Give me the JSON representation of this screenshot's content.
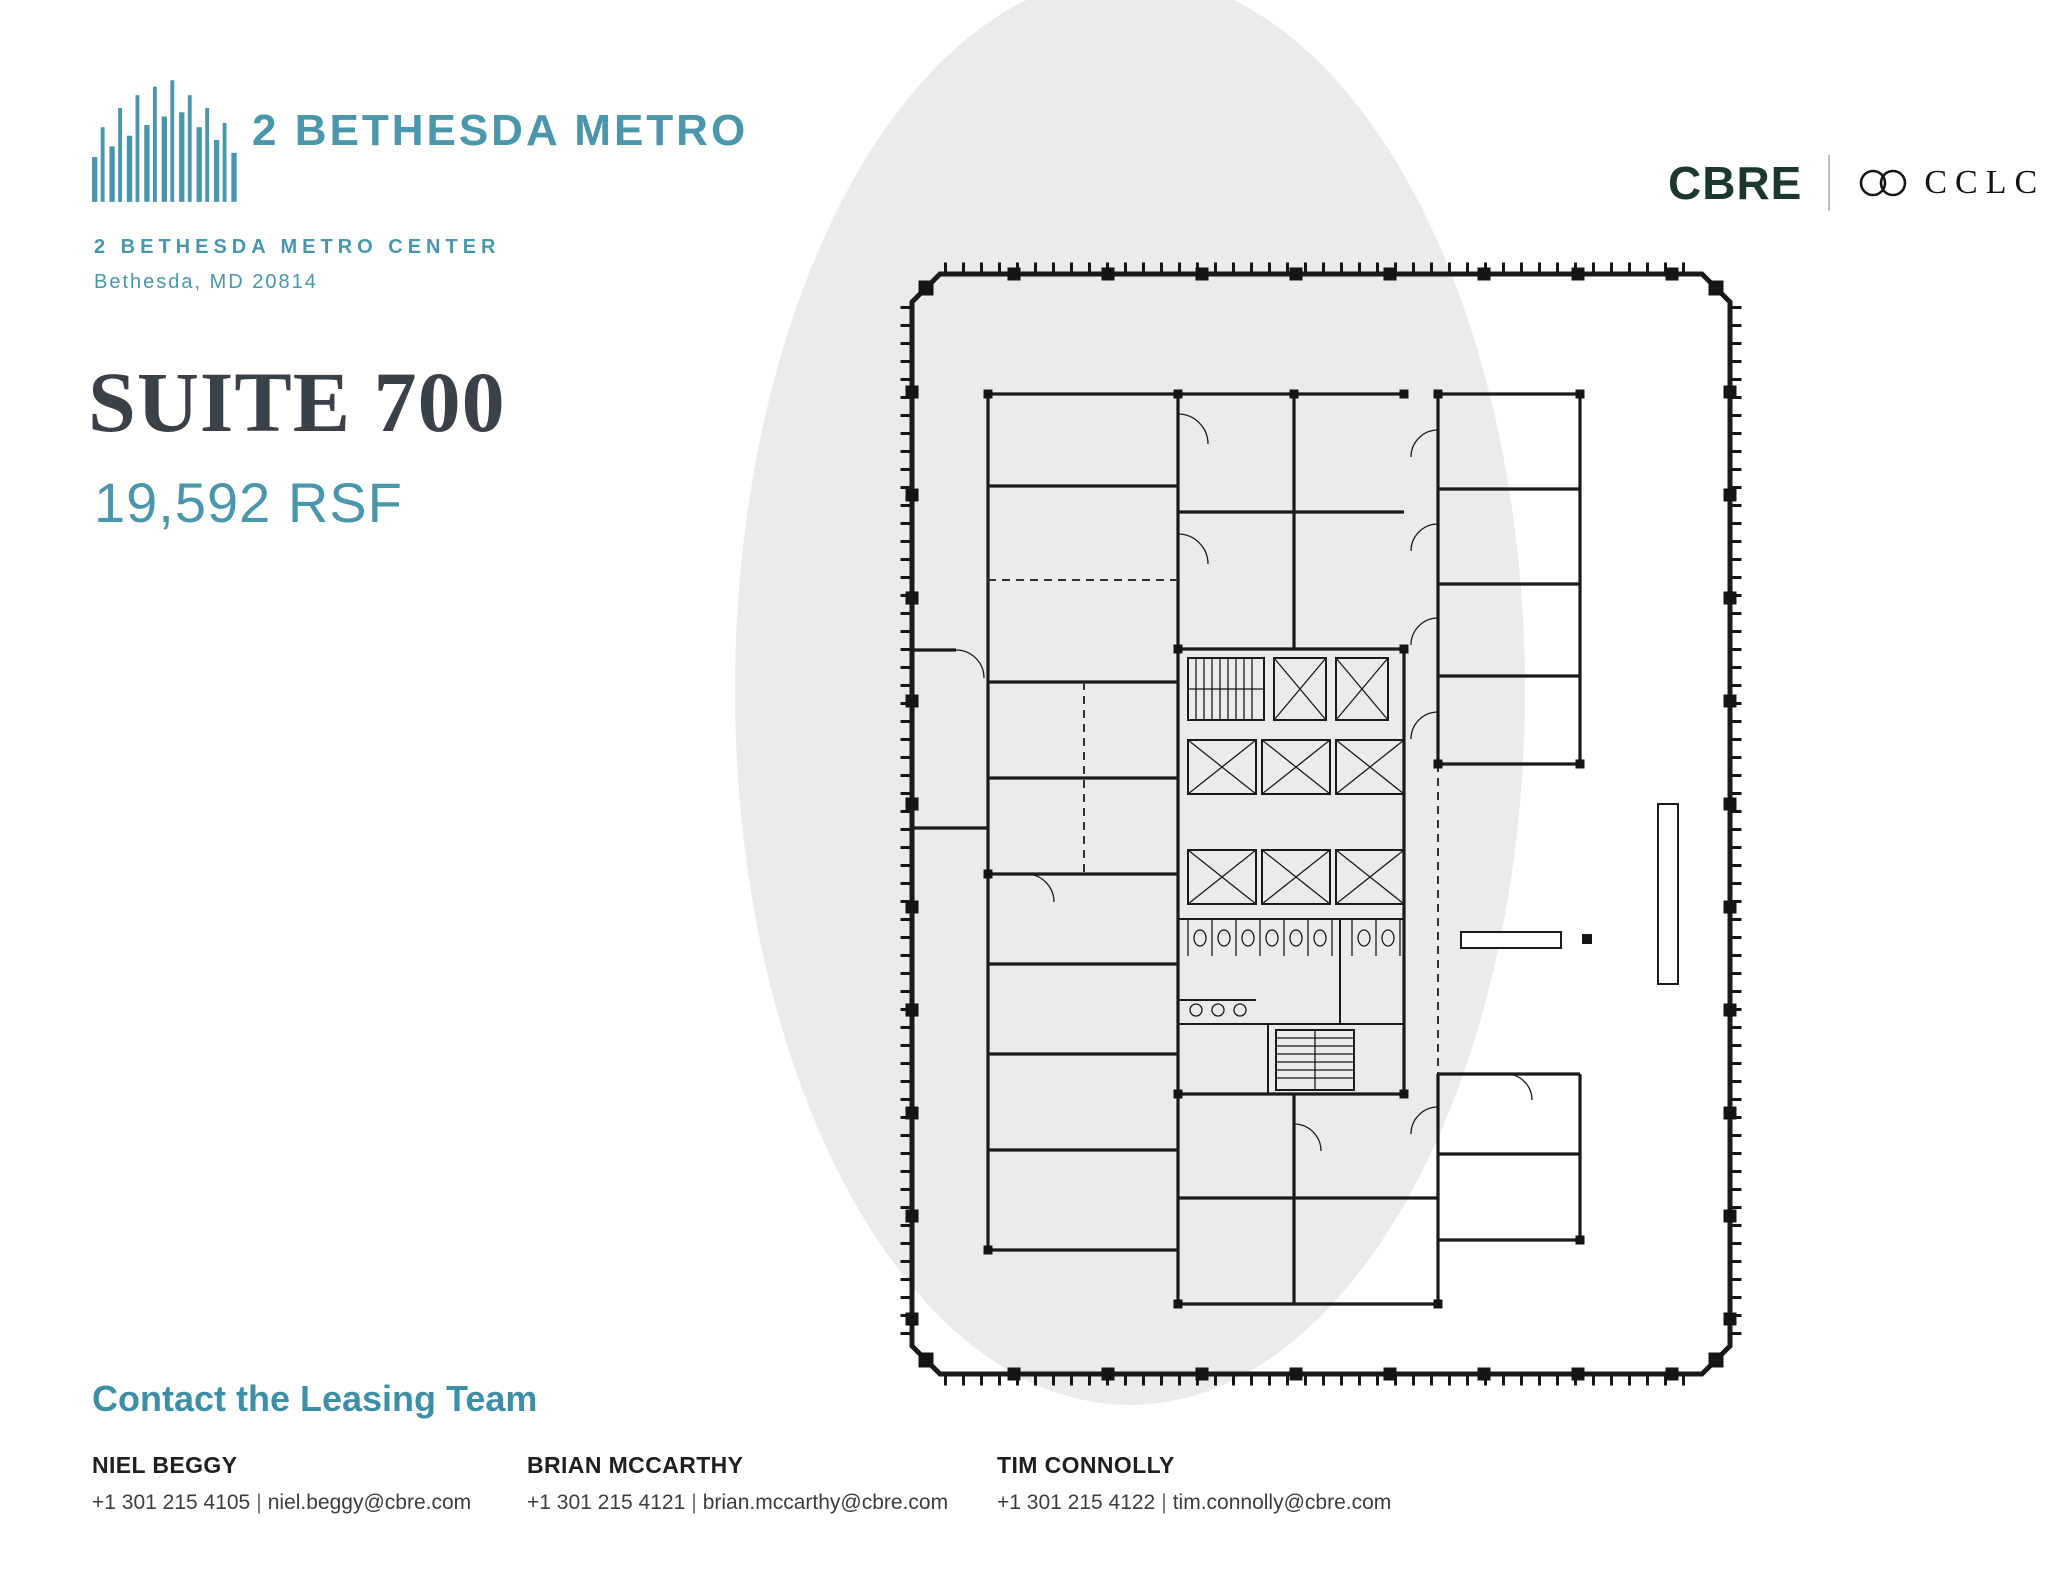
{
  "brand": {
    "name": "2 BETHESDA METRO",
    "address_line1": "2 BETHESDA METRO CENTER",
    "address_line2": "Bethesda, MD 20814"
  },
  "suite": {
    "title": "SUITE 700",
    "size": "19,592 RSF"
  },
  "logos": {
    "cbre": "CBRE",
    "cclc": "CCLC"
  },
  "contact": {
    "heading": "Contact the Leasing Team",
    "separator": "|",
    "people": [
      {
        "name": "NIEL BEGGY",
        "phone": "+1 301 215 4105",
        "email": "niel.beggy@cbre.com"
      },
      {
        "name": "BRIAN MCCARTHY",
        "phone": "+1 301 215 4121",
        "email": "brian.mccarthy@cbre.com"
      },
      {
        "name": "TIM CONNOLLY",
        "phone": "+1 301 215 4122",
        "email": "tim.connolly@cbre.com"
      }
    ]
  },
  "colors": {
    "teal": "#4A96AB",
    "dark_title": "#3A4149",
    "cbre_dark": "#1C372F",
    "circle_gray": "#E9EBEC",
    "plan_ink": "#1A1A1A"
  }
}
